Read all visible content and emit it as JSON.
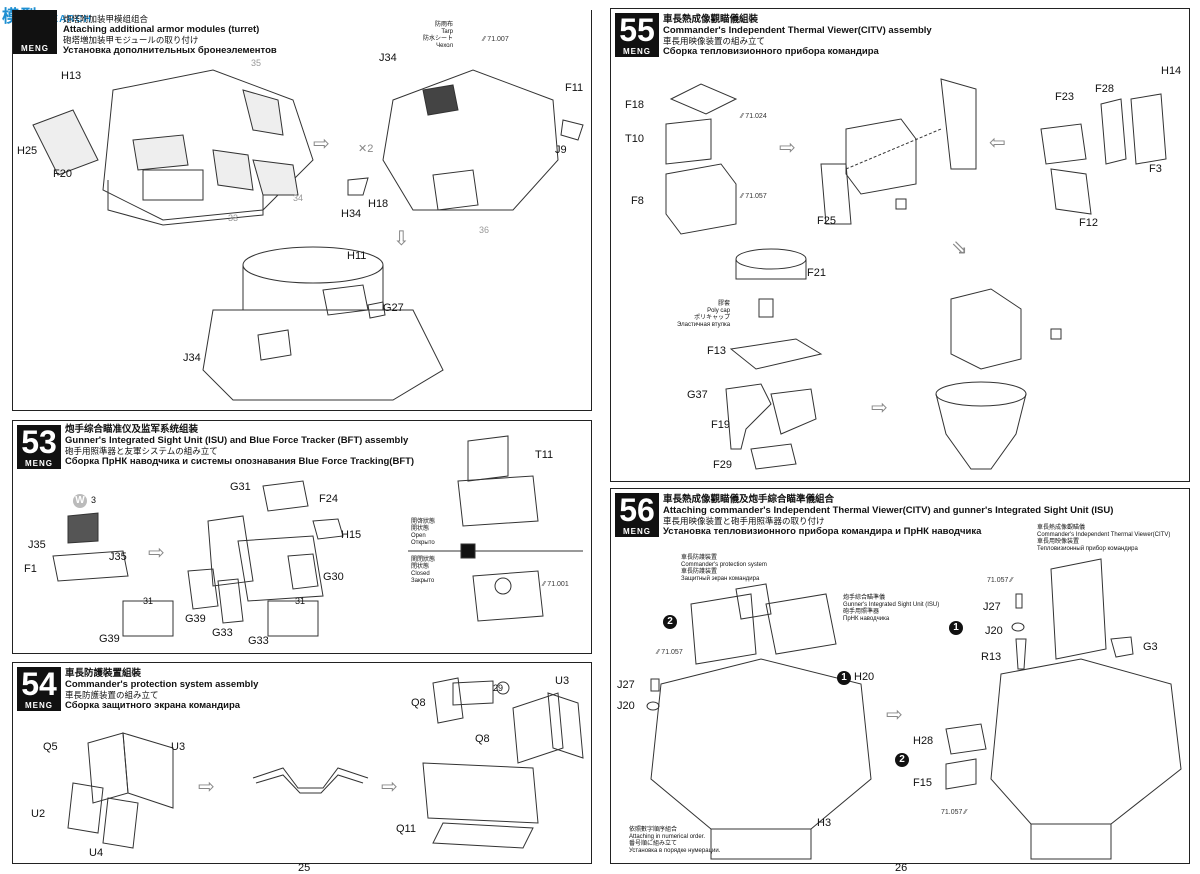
{
  "watermark": {
    "cn": "模型",
    "site": "SEARCH"
  },
  "steps": {
    "s52": {
      "cn": "炮塔附加装甲模组组合",
      "en": "Attaching additional armor modules (turret)",
      "jp": "砲塔増加装甲モジュールの取り付け",
      "ru": "Установка дополнительных бронеэлементов",
      "labels": {
        "h13": "H13",
        "h25": "H25",
        "f20": "F20",
        "j34a": "J34",
        "j34b": "J34",
        "h34": "H34",
        "h18": "H18",
        "f11": "F11",
        "j9": "J9",
        "h11": "H11",
        "g27": "G27",
        "x2": "2",
        "n33": "33",
        "n34": "34",
        "n35": "35",
        "n36": "36"
      },
      "tarp": {
        "cn": "防雨布",
        "en": "Tarp",
        "jp": "防水シート",
        "ru": "Чехол",
        "code": "71.007"
      }
    },
    "s53": {
      "num": "53",
      "brand": "MENG",
      "cn": "炮手综合瞄准仪及监军系统组装",
      "en": "Gunner's Integrated Sight Unit (ISU) and Blue Force Tracker (BFT) assembly",
      "jp": "砲手用照準器と友軍システムの組み立て",
      "ru": "Сборка ПрНК наводчика и системы опознавания Blue Force Tracking(BFT)",
      "labels": {
        "w3": "3",
        "j35a": "J35",
        "j35b": "J35",
        "f1": "F1",
        "g39a": "G39",
        "g39b": "G39",
        "g31": "G31",
        "f24": "F24",
        "h15": "H15",
        "g30": "G30",
        "g33a": "G33",
        "g33b": "G33",
        "t11": "T11",
        "n31a": "31",
        "n31b": "31"
      },
      "open": {
        "cn": "開啓狀態",
        "jp": "開状態",
        "en": "Open",
        "ru": "Открыто"
      },
      "closed": {
        "cn": "関閉狀態",
        "jp": "閉状態",
        "en": "Closed",
        "ru": "Закрыто"
      },
      "code": "71.001"
    },
    "s54": {
      "num": "54",
      "brand": "MENG",
      "cn": "車長防護裝置組裝",
      "en": "Commander's protection system assembly",
      "jp": "車長防護装置の組み立て",
      "ru": "Сборка защитного экрана командира",
      "labels": {
        "q5": "Q5",
        "u3a": "U3",
        "u2": "U2",
        "u4": "U4",
        "q8a": "Q8",
        "q8b": "Q8",
        "u3b": "U3",
        "q11": "Q11",
        "n29": "29"
      }
    },
    "s55": {
      "num": "55",
      "brand": "MENG",
      "cn": "車長熱成像觀瞄儀組裝",
      "en": "Commander's Independent Thermal Viewer(CITV) assembly",
      "jp": "車長用映像装置の組み立て",
      "ru": "Сборка тепловизионного прибора командира",
      "labels": {
        "f18": "F18",
        "t10": "T10",
        "f8": "F8",
        "f25": "F25",
        "f23": "F23",
        "f28": "F28",
        "h14": "H14",
        "f3": "F3",
        "f12": "F12",
        "f21": "F21",
        "f13": "F13",
        "g37": "G37",
        "f19": "F19",
        "f29": "F29"
      },
      "codes": {
        "c1": "71.024",
        "c2": "71.057"
      },
      "polycap": {
        "cn": "膠套",
        "en": "Poly cap",
        "jp": "ポリキャップ",
        "ru": "Эластичная втулка"
      }
    },
    "s56": {
      "num": "56",
      "brand": "MENG",
      "cn": "車長熱成像觀瞄儀及炮手綜合瞄準儀組合",
      "en": "Attaching commander's Independent Thermal Viewer(CITV) and gunner's Integrated Sight Unit (ISU)",
      "jp": "車長用映像装置と砲手用照準器の取り付け",
      "ru": "Установка тепловизионного прибора командира и ПрНК наводчика",
      "cps": {
        "cn": "車長防護裝置",
        "en": "Commander's protection system",
        "jp": "車長防護装置",
        "ru": "Защитный экран командира"
      },
      "isu": {
        "cn": "炮手綜合瞄準儀",
        "en": "Gunner's Integrated Sight Unit (ISU)",
        "jp": "砲手用照準器",
        "ru": "ПрНК наводчика"
      },
      "citv": {
        "cn": "車長熱成像觀瞄儀",
        "en": "Commander's Independent Thermal Viewer(CITV)",
        "jp": "車長用映像装置",
        "ru": "Тепловизионный прибор командира"
      },
      "order": {
        "cn": "依照數字順序組合",
        "en": "Attaching in numerical order.",
        "jp": "番号順に組み立て",
        "ru": "Установка в порядке нумерации."
      },
      "labels": {
        "h20": "H20",
        "j27a": "J27",
        "j20a": "J20",
        "h3": "H3",
        "j27b": "J27",
        "j20b": "J20",
        "r13": "R13",
        "g3": "G3",
        "h28": "H28",
        "f15": "F15",
        "n1a": "1",
        "n1b": "1",
        "n2a": "2",
        "n2b": "2"
      },
      "codes": {
        "c1": "71.057",
        "c2": "71.057",
        "c3": "71.057"
      }
    }
  },
  "pages": {
    "left": "25",
    "right": "26"
  }
}
